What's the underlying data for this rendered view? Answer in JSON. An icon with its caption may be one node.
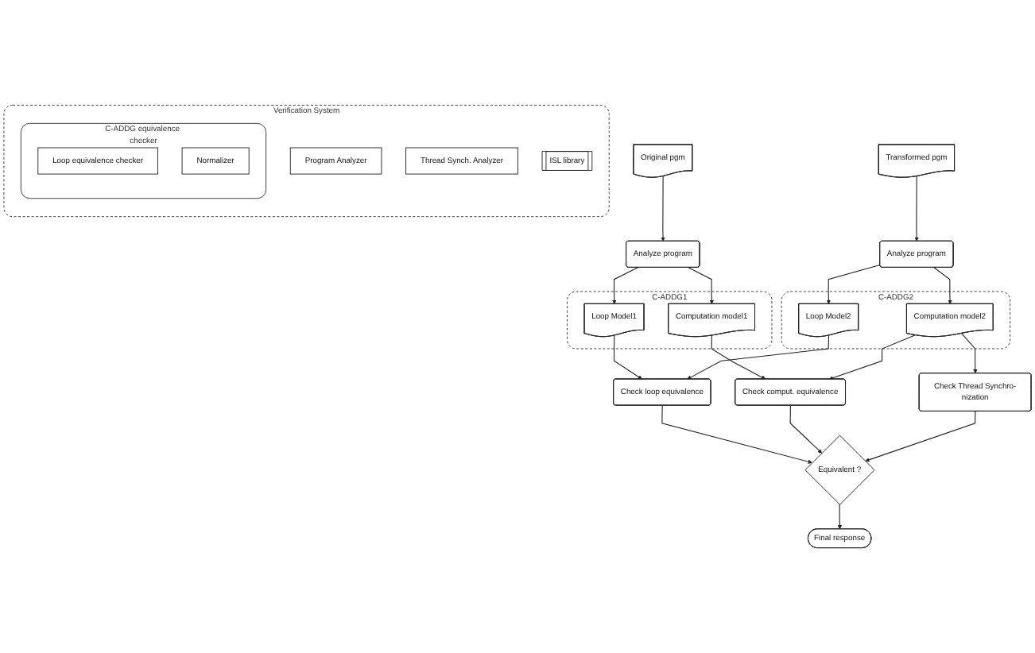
{
  "diagram": {
    "nodes": [
      {
        "text": [
          "Verification System"
        ]
      },
      {
        "text": [
          "Program Analyzer"
        ],
        "in": 0
      },
      {
        "text": [
          "C-ADDG equivalence checker"
        ],
        "in": 0
      },
      {
        "text": [
          "Loop equivalence checker"
        ],
        "in": 2
      },
      {
        "text": [
          "Normalizer"
        ],
        "in": 2
      },
      {
        "text": [
          "Thread Synch. Analyzer"
        ],
        "in": 0
      },
      {
        "text": [
          "ISL library"
        ],
        "in": 0
      },
      {
        "text": [
          "Original pgm"
        ]
      },
      {
        "text": [
          "Transformed pgm"
        ]
      },
      {
        "text": [
          "Analyze program"
        ]
      },
      {
        "text": [
          "Analyze program"
        ]
      },
      {
        "text": [
          "C-ADDG1"
        ]
      },
      {
        "text": [
          "Computation model1"
        ],
        "in": 11
      },
      {
        "text": [
          "Loop Model1"
        ],
        "in": 11
      },
      {
        "text": [
          "C-ADDG2"
        ]
      },
      {
        "text": [
          "Computation model2"
        ],
        "in": 14
      },
      {
        "text": [
          "Loop Model2"
        ],
        "in": 14
      },
      {
        "text": [
          "Check loop equivalence"
        ]
      },
      {
        "text": [
          "Check comput. equivalence"
        ]
      },
      {
        "text": [
          "Equivalent ?"
        ]
      },
      {
        "text": [
          "Check Thread Synchro-nization"
        ]
      },
      {
        "text": [
          "Final response"
        ]
      }
    ],
    "edges": [
      {
        "from": 7,
        "to": 9,
        "arrow": "to"
      },
      {
        "from": 8,
        "to": 10,
        "arrow": "to"
      },
      {
        "from": 9,
        "to": 12,
        "arrow": "to"
      },
      {
        "from": 9,
        "to": 13,
        "arrow": "to"
      },
      {
        "from": 10,
        "to": 15,
        "arrow": "to"
      },
      {
        "from": 10,
        "to": 16,
        "arrow": "to"
      },
      {
        "from": 13,
        "to": 17,
        "arrow": "to"
      },
      {
        "from": 16,
        "to": 17,
        "arrow": "to"
      },
      {
        "from": 12,
        "to": 18,
        "arrow": "to"
      },
      {
        "from": 15,
        "to": 18,
        "arrow": "to"
      },
      {
        "from": 15,
        "to": 20,
        "arrow": "to"
      },
      {
        "from": 17,
        "to": 19,
        "arrow": "to"
      },
      {
        "from": 18,
        "to": 19,
        "arrow": "to"
      },
      {
        "from": 20,
        "to": 19,
        "arrow": "to"
      },
      {
        "from": 19,
        "to": 21,
        "arrow": "to"
      }
    ]
  }
}
